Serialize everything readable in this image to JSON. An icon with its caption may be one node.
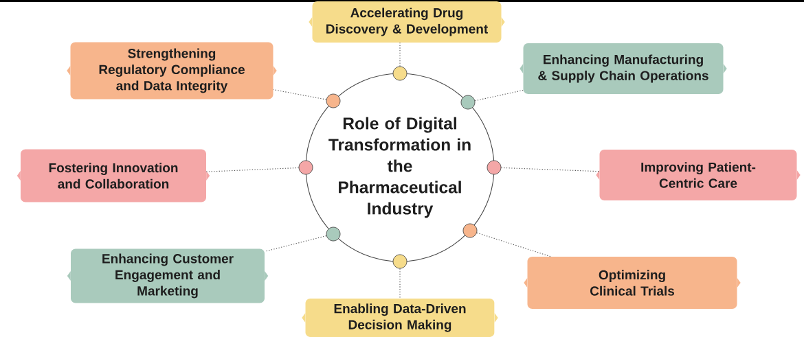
{
  "diagram": {
    "nodes": [
      {
        "text": [
          "Accelerating Drug Discovery & Development"
        ]
      },
      {
        "text": [
          "Strengthening Regulatory Compliance and Data Integrity"
        ]
      },
      {
        "text": [
          "Enhancing Manufacturing & Supply Chain Operations"
        ]
      },
      {
        "text": [
          "Role of Digital Transformation in the Pharmaceutical Industry"
        ]
      },
      {
        "text": [
          "Fostering Innovation and Collaboration"
        ]
      },
      {
        "text": [
          "Improving Patient-Centric Care"
        ]
      },
      {
        "text": [
          "Enhancing Customer Engagement and Marketing"
        ]
      },
      {
        "text": [
          "Optimizing Clinical Trials"
        ]
      },
      {
        "text": [
          "Enabling Data-Driven Decision Making"
        ]
      },
      {
        "text": [],
        "shape": "circle"
      },
      {
        "text": [],
        "shape": "circle"
      },
      {
        "text": [],
        "shape": "circle"
      },
      {
        "text": [],
        "shape": "circle"
      },
      {
        "text": [],
        "shape": "circle"
      },
      {
        "text": [],
        "shape": "circle"
      },
      {
        "text": [],
        "shape": "circle"
      },
      {
        "text": [],
        "shape": "circle"
      }
    ],
    "edges": [
      {
        "from": 9,
        "to": 0,
        "arrow": "none",
        "style": "dashed"
      },
      {
        "from": 10,
        "to": 1,
        "arrow": "none",
        "style": "dashed"
      },
      {
        "from": 11,
        "to": 2,
        "arrow": "none",
        "style": "dashed"
      },
      {
        "from": 12,
        "to": 4,
        "arrow": "none",
        "style": "dashed"
      },
      {
        "from": 13,
        "to": 5,
        "arrow": "none",
        "style": "dashed"
      },
      {
        "from": 14,
        "to": 6,
        "arrow": "none",
        "style": "dashed"
      },
      {
        "from": 15,
        "to": 7,
        "arrow": "none",
        "style": "dashed"
      },
      {
        "from": 16,
        "to": 8,
        "arrow": "none",
        "style": "dashed"
      }
    ]
  }
}
